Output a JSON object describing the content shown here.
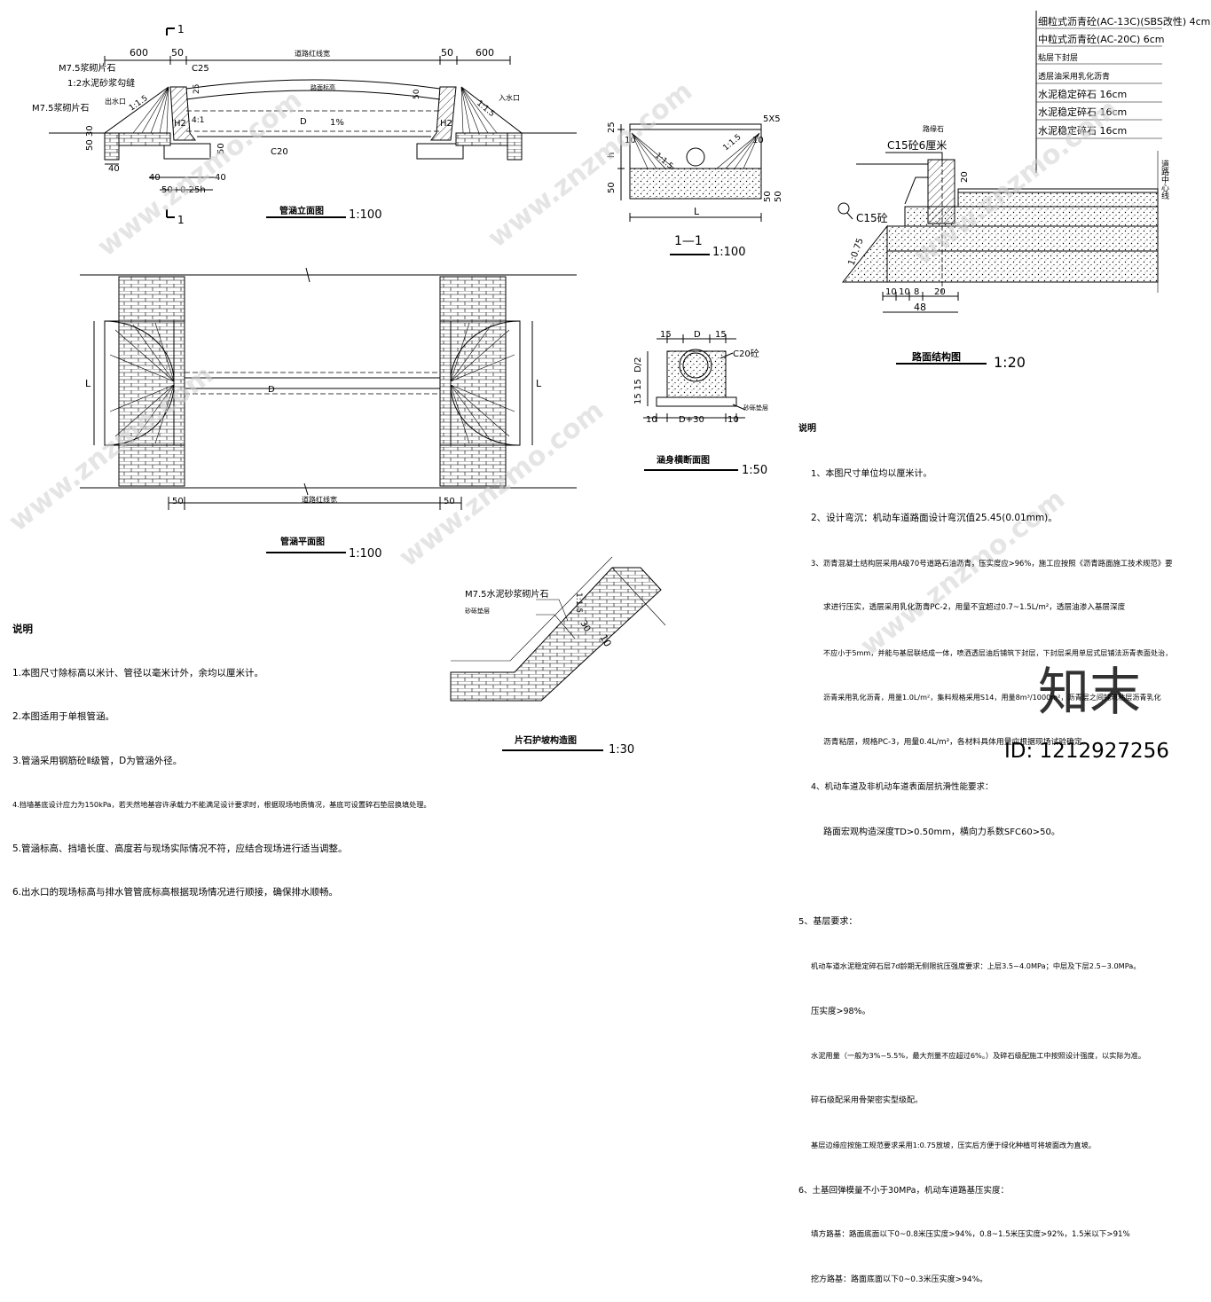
{
  "elevation": {
    "section_mark": "1",
    "dims_top": [
      "600",
      "50",
      "50",
      "600"
    ],
    "road_width": "道路红线宽",
    "label_m75": "M7.5浆砌片石",
    "label_m75_slope": "M7.5浆砌片石",
    "label_cap": "1:2水泥砂浆勾缝",
    "label_c25": "C25",
    "label_25": "25",
    "label_inlet_left": "出水口",
    "label_inlet_right": "入水口",
    "label_slope": "1:1.5",
    "label_slope_r": "1:1.5",
    "label_h2": "H2",
    "label_h2_r": "H2",
    "label_d": "D",
    "label_1pct": "1%",
    "label_41": "4:1",
    "label_c20": "C20",
    "label_50_30": "50 30",
    "label_50_side": "50",
    "label_40a": "40",
    "label_40b": "40",
    "label_40c": "40",
    "label_50_025h": "50+0.25h",
    "label_50_r": "50",
    "label_road_top": "路面标高",
    "title": "管涵立面图",
    "scale": "1:100"
  },
  "section11": {
    "dim_5x5": "5X5",
    "dim_25": "25",
    "dim_h": "h",
    "dim_50": "50",
    "dim_10a": "10",
    "dim_10b": "10",
    "slope_l": "1:1.5",
    "slope_r": "1:1.5",
    "dim_50r": "50",
    "dim_50r2": "50",
    "dim_L": "L",
    "title": "1—1",
    "scale": "1:100"
  },
  "pavement": {
    "layers": [
      "细粒式沥青砼(AC-13C)(SBS改性) 4cm",
      "中粒式沥青砼(AC-20C) 6cm",
      "粘层下封层",
      "透层油采用乳化沥青",
      "水泥稳定碎石 16cm",
      "水泥稳定碎石 16cm",
      "水泥稳定碎石 16cm"
    ],
    "curb": "路缘石",
    "c15_top": "C15砼6厘米",
    "c15_side": "C15砼",
    "dim_20": "20",
    "slope": "1:0.75",
    "dims_bottom": [
      "10",
      "10",
      "8",
      "20"
    ],
    "dim_48": "48",
    "centerline": "道路中心线",
    "title": "路面结构图",
    "scale": "1:20"
  },
  "plan": {
    "dim_L_left": "L",
    "dim_L_right": "L",
    "dim_D": "D",
    "dim_50a": "50",
    "dim_50b": "50",
    "road_width": "道路红线宽",
    "title": "管涵平面图",
    "scale": "1:100"
  },
  "culvert_section": {
    "dim_15a": "15",
    "dim_D": "D",
    "dim_15b": "15",
    "dim_D2": "D/2",
    "dim_15c": "15",
    "dim_15d": "15",
    "dim_10a": "10",
    "dim_D30": "D+30",
    "dim_10b": "10",
    "c20": "C20砼",
    "sand": "砂砾垫层",
    "title": "涵身横断面图",
    "scale": "1:50"
  },
  "stone": {
    "label_m75": "M7.5水泥砂浆砌片石",
    "label_sand": "砂砾垫层",
    "slope": "1:1.5",
    "dim_30": "30",
    "dim_10": "10",
    "title": "片石护坡构造图",
    "scale": "1:30"
  },
  "notes_left": {
    "heading": "说明",
    "items": [
      "1.本图尺寸除标高以米计、管径以毫米计外，余均以厘米计。",
      "2.本图适用于单根管涵。",
      "3.管涵采用钢筋砼Ⅱ级管，D为管涵外径。",
      "4.挡墙基底设计应力为150kPa，若天然地基容许承载力不能满足设计要求时，根据现场地质情况，基底可设置碎石垫层换填处理。",
      "5.管涵标高、挡墙长度、高度若与现场实际情况不符，应结合现场进行适当调整。",
      "6.出水口的现场标高与排水管管底标高根据现场情况进行顺接，确保排水顺畅。"
    ]
  },
  "notes_right": {
    "heading": "说明",
    "lines": [
      "1、本图尺寸单位均以厘米计。",
      "2、设计弯沉：机动车道路面设计弯沉值25.45(0.01mm)。",
      "3、沥青混凝土结构层采用A级70号道路石油沥青，压实度应>96%，施工应按照《沥青路面施工技术规范》要",
      "求进行压实，透层采用乳化沥青PC-2，用量不宜超过0.7~1.5L/m²，透层油渗入基层深度",
      "不应小于5mm，并能与基层联结成一体，喷洒透层油后铺筑下封层，下封层采用单层式层铺法沥青表面处治，",
      "沥青采用乳化沥青，用量1.0L/m²，集料规格采用S14，用量8m³/1000m²，沥青层之间铺筑粘层沥青乳化",
      "沥青粘层，规格PC-3，用量0.4L/m²，各材料具体用量应根据现场试验确定。",
      "4、机动车道及非机动车道表面层抗滑性能要求：",
      "路面宏观构造深度TD>0.50mm，横向力系数SFC60>50。",
      "",
      "5、基层要求：",
      "机动车道水泥稳定碎石层7d龄期无侧限抗压强度要求：上层3.5~4.0MPa；中层及下层2.5~3.0MPa。",
      "压实度>98%。",
      "水泥用量（一般为3%~5.5%，最大剂量不应超过6%。）及碎石级配施工中按照设计强度，以实际为准。",
      "碎石级配采用骨架密实型级配。",
      "基层边缘应按施工规范要求采用1:0.75放坡，压实后方便于绿化种植可将坡面改为直坡。",
      "6、土基回弹模量不小于30MPa，机动车道路基压实度：",
      "填方路基：路面底面以下0~0.8米压实度>94%，0.8~1.5米压实度>92%，1.5米以下>91%",
      "挖方路基：路面底面以下0~0.3米压实度>94%。"
    ]
  },
  "watermark": {
    "site": "www.znzmo.com",
    "brand": "知末",
    "id": "ID: 1212927256"
  }
}
